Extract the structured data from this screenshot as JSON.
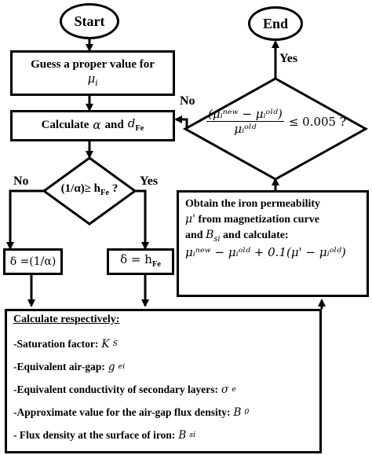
{
  "start": {
    "label": "Start"
  },
  "end": {
    "label": "End"
  },
  "guess": {
    "text": "Guess a proper value for",
    "math": "μ",
    "sub": "i"
  },
  "calculate": {
    "text": "Calculate",
    "alpha": "α",
    "and": "and",
    "d": "d",
    "dsub": "Fe"
  },
  "decision1": {
    "expr": "(1/α)≥ h",
    "sub": "Fe",
    "tail": "?",
    "no": "No",
    "yes": "Yes"
  },
  "delta_left": {
    "text": "δ =(1/α)"
  },
  "delta_right": {
    "text": "δ = h",
    "sub": "Fe"
  },
  "calc_list": {
    "heading": "Calculate respectively:",
    "items": [
      {
        "text": "-Saturation factor:",
        "math": "K",
        "sub": "S"
      },
      {
        "text": "-Equivalent air-gap:",
        "math": "g",
        "sub": "ei"
      },
      {
        "text": "-Equivalent conductivity of secondary layers:",
        "math": "σ",
        "sub": "e"
      },
      {
        "text": "-Approximate value for the air-gap flux density:",
        "math": "B",
        "sub": "0"
      },
      {
        "text": "- Flux density at the surface of iron:",
        "math": "B",
        "sub": "si"
      }
    ]
  },
  "obtain": {
    "line1": "Obtain the iron permeability",
    "line2_math": "μ'",
    "line2_text": "from magnetization curve",
    "line3_text": "and",
    "line3_math": "B",
    "line3_sub": "si",
    "line3_tail": "and calculate:",
    "formula": "μᵢⁿᵉʷ − μᵢᵒˡᵈ + 0.1(μ' − μᵢᵒˡᵈ)"
  },
  "decision2": {
    "numerator": "(μᵢⁿᵉʷ − μᵢᵒˡᵈ)",
    "denominator": "μᵢᵒˡᵈ",
    "cond": "≤ 0.005 ?",
    "no": "No",
    "yes": "Yes"
  }
}
